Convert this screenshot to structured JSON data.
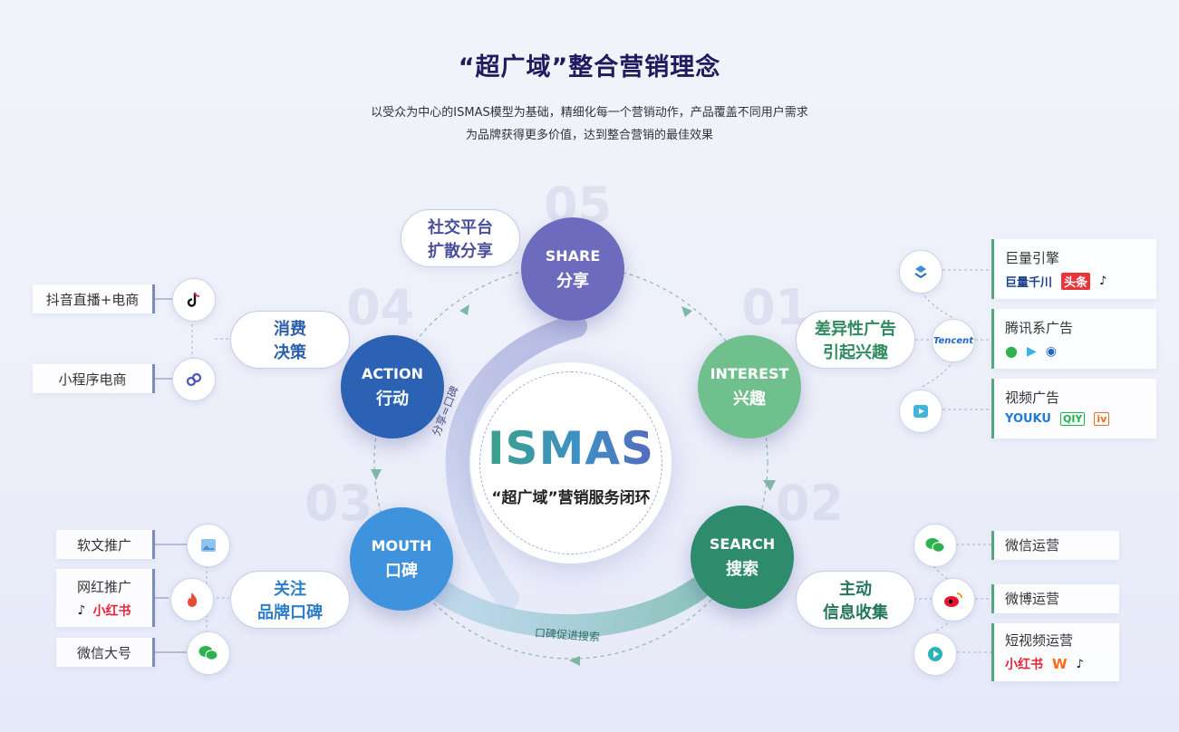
{
  "header": {
    "title": "“超广域”整合营销理念",
    "subtitle_line1": "以受众为中心的ISMAS模型为基础，精细化每一个营销动作，产品覆盖不同用户需求",
    "subtitle_line2": "为品牌获得更多价值，达到整合营销的最佳效果"
  },
  "core": {
    "title": "ISMAS",
    "subtitle": "“超广域”营销服务闭环"
  },
  "stages": {
    "interest": {
      "en": "INTEREST",
      "zh": "兴趣",
      "num": "01",
      "color": "#6cbf8a",
      "pill": [
        "差异性广告",
        "引起兴趣"
      ]
    },
    "search": {
      "en": "SEARCH",
      "zh": "搜索",
      "num": "02",
      "color": "#2f8f6e",
      "pill": [
        "主动",
        "信息收集"
      ]
    },
    "mouth": {
      "en": "MOUTH",
      "zh": "口碑",
      "num": "03",
      "color": "#3c8fd8",
      "pill": [
        "关注",
        "品牌口碑"
      ]
    },
    "action": {
      "en": "ACTION",
      "zh": "行动",
      "num": "04",
      "color": "#2a5fb0",
      "pill": [
        "消费",
        "决策"
      ]
    },
    "share": {
      "en": "SHARE",
      "zh": "分享",
      "num": "05",
      "color": "#6d63b8",
      "pill": [
        "社交平台",
        "扩散分享"
      ]
    }
  },
  "arrows": {
    "share_mouth": "分享=口碑",
    "mouth_search": "口碑促进搜索"
  },
  "left_items": {
    "douyin": "抖音直播+电商",
    "miniprogram": "小程序电商",
    "softarticle": "软文推广",
    "influencer": "网红推广",
    "wechat_big": "微信大号",
    "xiaohongshu_brand": "小红书"
  },
  "right_items": {
    "juliang": {
      "label": "巨量引擎",
      "logos": [
        "巨量千川",
        "头条"
      ]
    },
    "tencent": {
      "label": "腾讯系广告",
      "icon": "Tencent"
    },
    "video": {
      "label": "视频广告",
      "logos": [
        "YOUKU",
        "QIY",
        "iv"
      ]
    },
    "wechat_op": "微信运营",
    "weibo_op": "微博运营",
    "shortvideo_op": {
      "label": "短视频运营",
      "logos": [
        "小红书"
      ]
    }
  },
  "colors": {
    "title": "#1f1b5e",
    "accent_green": "#55a77f",
    "accent_blue": "#3c8fd8",
    "accent_purple": "#6d63b8"
  }
}
